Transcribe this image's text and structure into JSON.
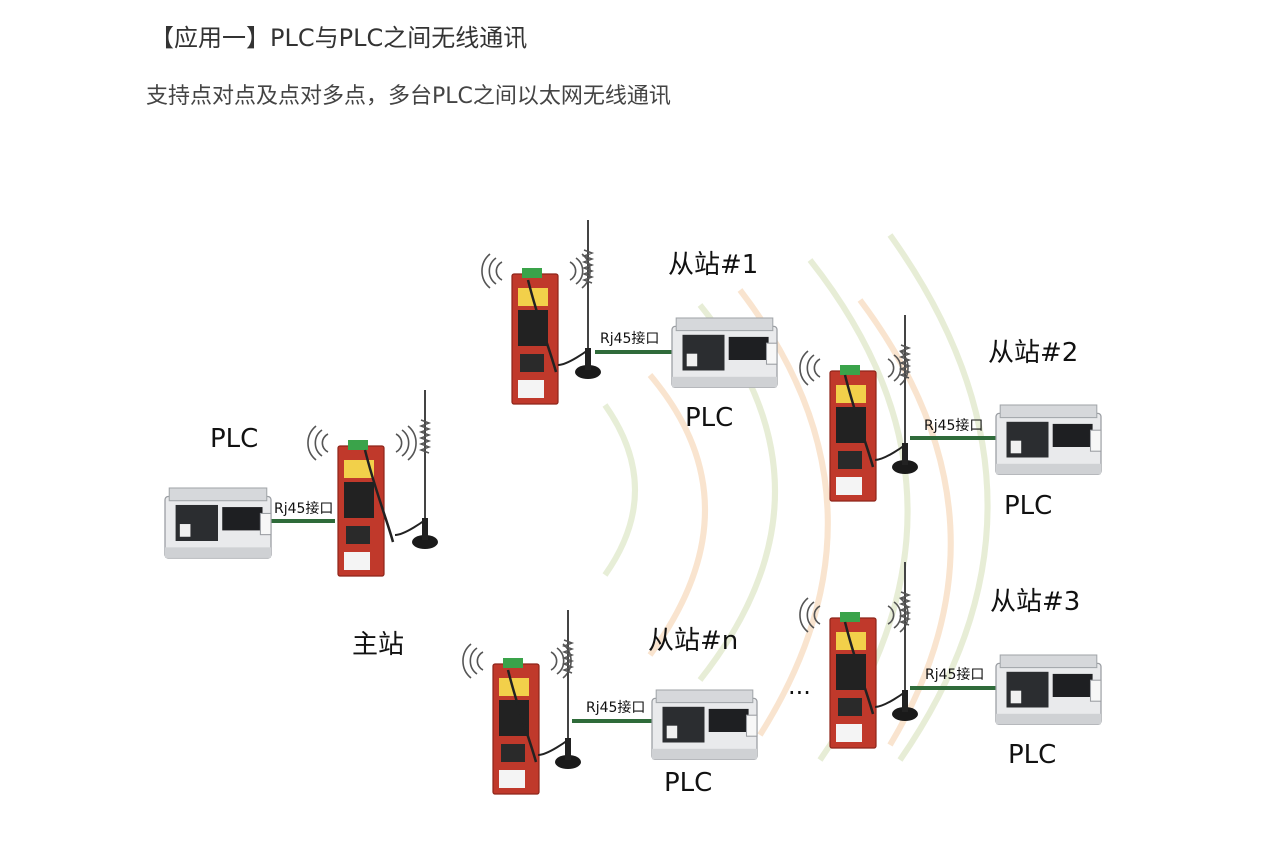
{
  "heading": "【应用一】PLC与PLC之间无线通讯",
  "subheading": "支持点对点及点对多点，多台PLC之间以太网无线通讯",
  "labels": {
    "master": "主站",
    "slave1": "从站#1",
    "slave2": "从站#2",
    "slave3": "从站#3",
    "slaven": "从站#n",
    "plc": "PLC",
    "rj45": "Rj45接口",
    "ellipsis": "..."
  },
  "colors": {
    "gateway_red": "#c0392b",
    "cable_green": "#2f6b3a",
    "wave_green": "#d8e6c0",
    "wave_orange": "#f6d9b8"
  }
}
